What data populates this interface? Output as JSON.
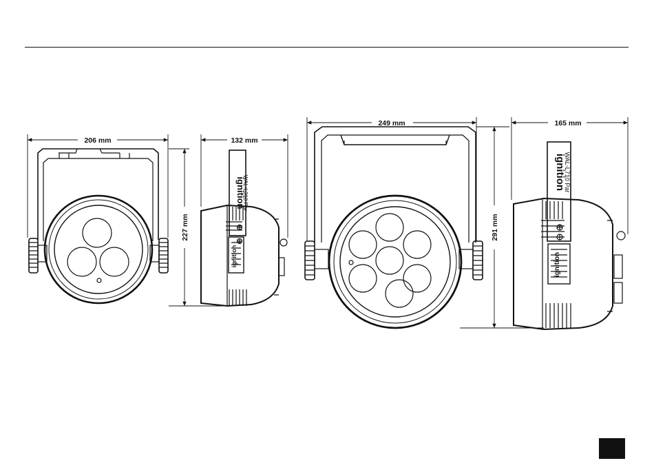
{
  "colors": {
    "line": "#111111",
    "background": "#ffffff",
    "corner_block": "#111111"
  },
  "dimensions": {
    "small_width": "206 mm",
    "small_depth": "132 mm",
    "small_height": "227 mm",
    "large_width": "249 mm",
    "large_depth": "165 mm",
    "large_height": "291 mm"
  },
  "labels": {
    "brand_small": "ignition",
    "model_small": "WAL-L310 Par",
    "brand_large": "ignition",
    "model_large": "WAL-L710 Par",
    "side_panel_text": "ignition"
  }
}
